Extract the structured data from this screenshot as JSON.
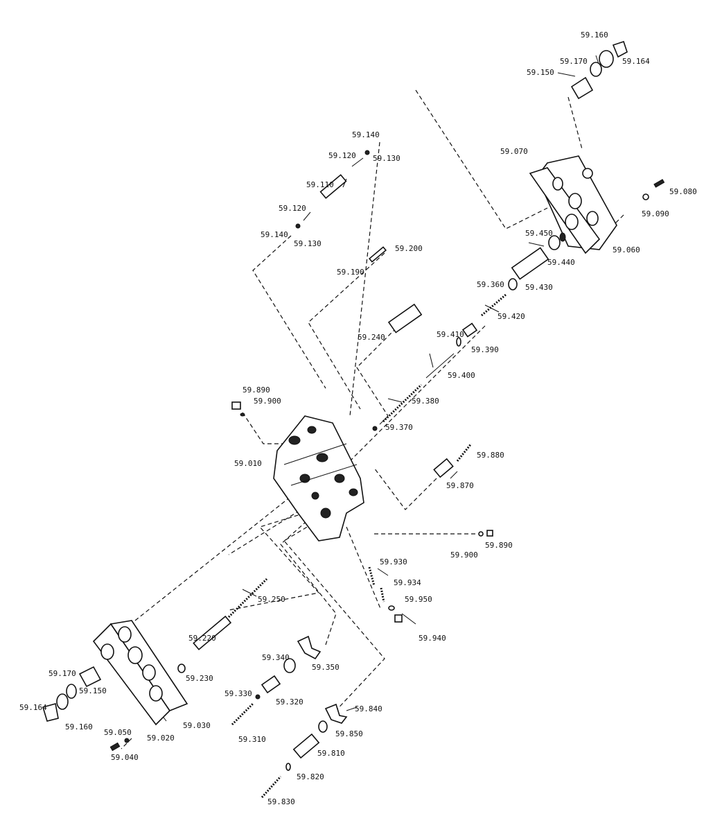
{
  "labels": [
    {
      "text": "59.160"
    },
    {
      "text": "59.150"
    },
    {
      "text": "59.170"
    },
    {
      "text": "59.164"
    },
    {
      "text": "59.140"
    },
    {
      "text": "59.130"
    },
    {
      "text": "59.120"
    },
    {
      "text": "59.110"
    },
    {
      "text": "59.070"
    },
    {
      "text": "59.080"
    },
    {
      "text": "59.090"
    },
    {
      "text": "59.060"
    },
    {
      "text": "59.120"
    },
    {
      "text": "59.140"
    },
    {
      "text": "59.130"
    },
    {
      "text": "59.190"
    },
    {
      "text": "59.200"
    },
    {
      "text": "59.450"
    },
    {
      "text": "59.440"
    },
    {
      "text": "59.430"
    },
    {
      "text": "59.360"
    },
    {
      "text": "59.420"
    },
    {
      "text": "59.240"
    },
    {
      "text": "59.410"
    },
    {
      "text": "59.390"
    },
    {
      "text": "59.400"
    },
    {
      "text": "59.380"
    },
    {
      "text": "59.370"
    },
    {
      "text": "59.890"
    },
    {
      "text": "59.900"
    },
    {
      "text": "59.010"
    },
    {
      "text": "59.880"
    },
    {
      "text": "59.870"
    },
    {
      "text": "59.900"
    },
    {
      "text": "59.890"
    },
    {
      "text": "59.930"
    },
    {
      "text": "59.934"
    },
    {
      "text": "59.950"
    },
    {
      "text": "59.940"
    },
    {
      "text": "59.250"
    },
    {
      "text": "59.220"
    },
    {
      "text": "59.230"
    },
    {
      "text": "59.340"
    },
    {
      "text": "59.350"
    },
    {
      "text": "59.330"
    },
    {
      "text": "59.320"
    },
    {
      "text": "59.310"
    },
    {
      "text": "59.170"
    },
    {
      "text": "59.164"
    },
    {
      "text": "59.150"
    },
    {
      "text": "59.160"
    },
    {
      "text": "59.030"
    },
    {
      "text": "59.050"
    },
    {
      "text": "59.040"
    },
    {
      "text": "59.020"
    },
    {
      "text": "59.840"
    },
    {
      "text": "59.850"
    },
    {
      "text": "59.810"
    },
    {
      "text": "59.820"
    },
    {
      "text": "59.830"
    }
  ]
}
